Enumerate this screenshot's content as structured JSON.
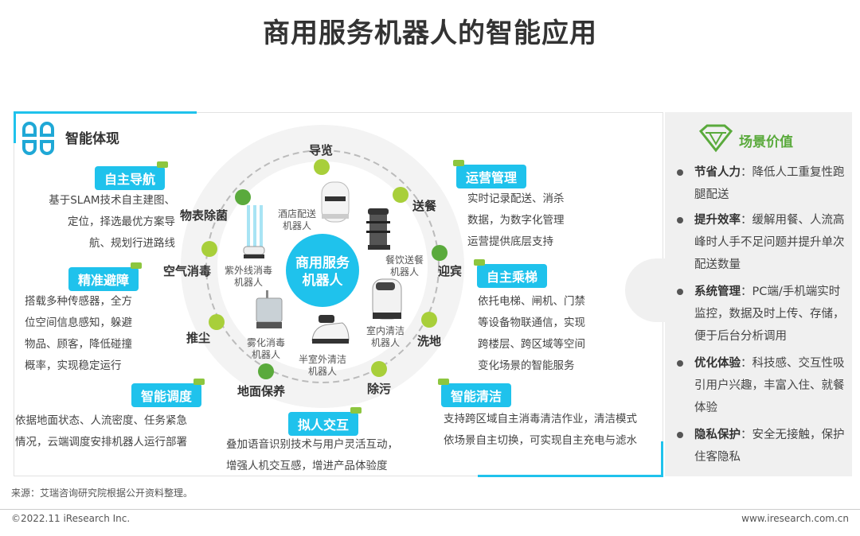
{
  "title": "商用服务机器人的智能应用",
  "left_header": "智能体现",
  "center": "商用服务机器人",
  "center_line1": "商用服务",
  "center_line2": "机器人",
  "features": [
    {
      "label": "自主导航",
      "desc": [
        "基于SLAM技术自主建图、",
        "定位，择选最优方案导",
        "航、规划行进路线"
      ]
    },
    {
      "label": "精准避障",
      "desc": [
        "搭载多种传感器，全方",
        "位空间信息感知，躲避",
        "物品、顾客，降低碰撞",
        "概率，实现稳定运行"
      ]
    },
    {
      "label": "智能调度",
      "desc": [
        "依据地面状态、人流密度、任务紧急",
        "情况，云端调度安排机器人运行部署"
      ]
    },
    {
      "label": "拟人交互",
      "desc": [
        "叠加语音识别技术与用户灵活互动，",
        "增强人机交互感，增进产品体验度"
      ]
    },
    {
      "label": "运营管理",
      "desc": [
        "实时记录配送、消杀",
        "数据，为数字化管理",
        "运营提供底层支持"
      ]
    },
    {
      "label": "自主乘梯",
      "desc": [
        "依托电梯、闸机、门禁",
        "等设备物联通信，实现",
        "跨楼层、跨区域等空间",
        "变化场景的智能服务"
      ]
    },
    {
      "label": "智能清洁",
      "desc": [
        "支持跨区域自主消毒清洁作业，清洁模式",
        "依场景自主切换，可实现自主充电与滤水"
      ]
    }
  ],
  "scenarios": [
    "导览",
    "送餐",
    "迎宾",
    "洗地",
    "除污",
    "地面保养",
    "推尘",
    "空气消毒",
    "物表除菌"
  ],
  "robots": [
    {
      "l1": "酒店配送",
      "l2": "机器人"
    },
    {
      "l1": "餐饮送餐",
      "l2": "机器人"
    },
    {
      "l1": "室内清洁",
      "l2": "机器人"
    },
    {
      "l1": "半室外清洁",
      "l2": "机器人"
    },
    {
      "l1": "雾化消毒",
      "l2": "机器人"
    },
    {
      "l1": "紫外线消毒",
      "l2": "机器人"
    }
  ],
  "right_header": "场景价值",
  "values": [
    {
      "k": "节省人力",
      "v": "：降低人工重复性跑腿配送"
    },
    {
      "k": "提升效率",
      "v": "：缓解用餐、人流高峰时人手不足问题并提升单次配送数量"
    },
    {
      "k": "系统管理",
      "v": "：PC端/手机端实时监控，数据及时上传、存储，便于后台分析调用"
    },
    {
      "k": "优化体验",
      "v": "：科技感、交互性吸引用户兴趣，丰富入住、就餐体验"
    },
    {
      "k": "隐私保护",
      "v": "：安全无接触，保护住客隐私"
    }
  ],
  "source": "来源：艾瑞咨询研究院根据公开资料整理。",
  "copyright": "©2022.11 iResearch Inc.",
  "website": "www.iresearch.com.cn",
  "colors": {
    "accent": "#1fc2ec",
    "green_light": "#a8cf3a",
    "green_dark": "#5aaa3c"
  }
}
